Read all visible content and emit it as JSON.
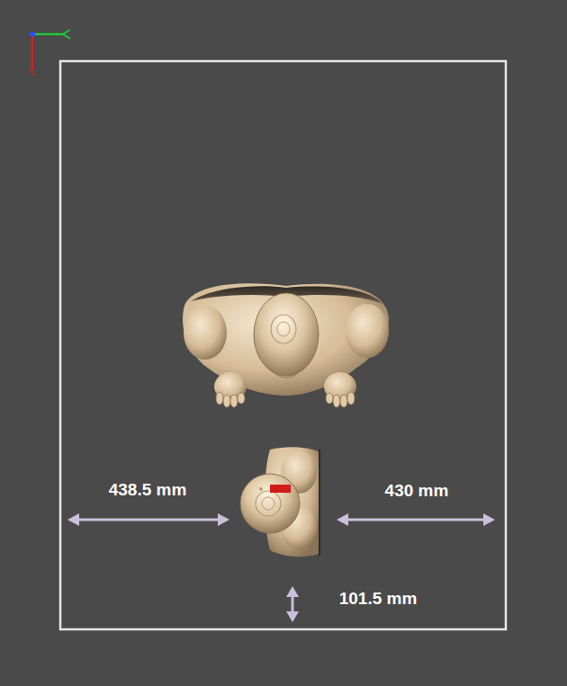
{
  "diagram": {
    "labels": [
      "438.5 mm",
      "430 mm",
      "101.5 mm"
    ]
  }
}
